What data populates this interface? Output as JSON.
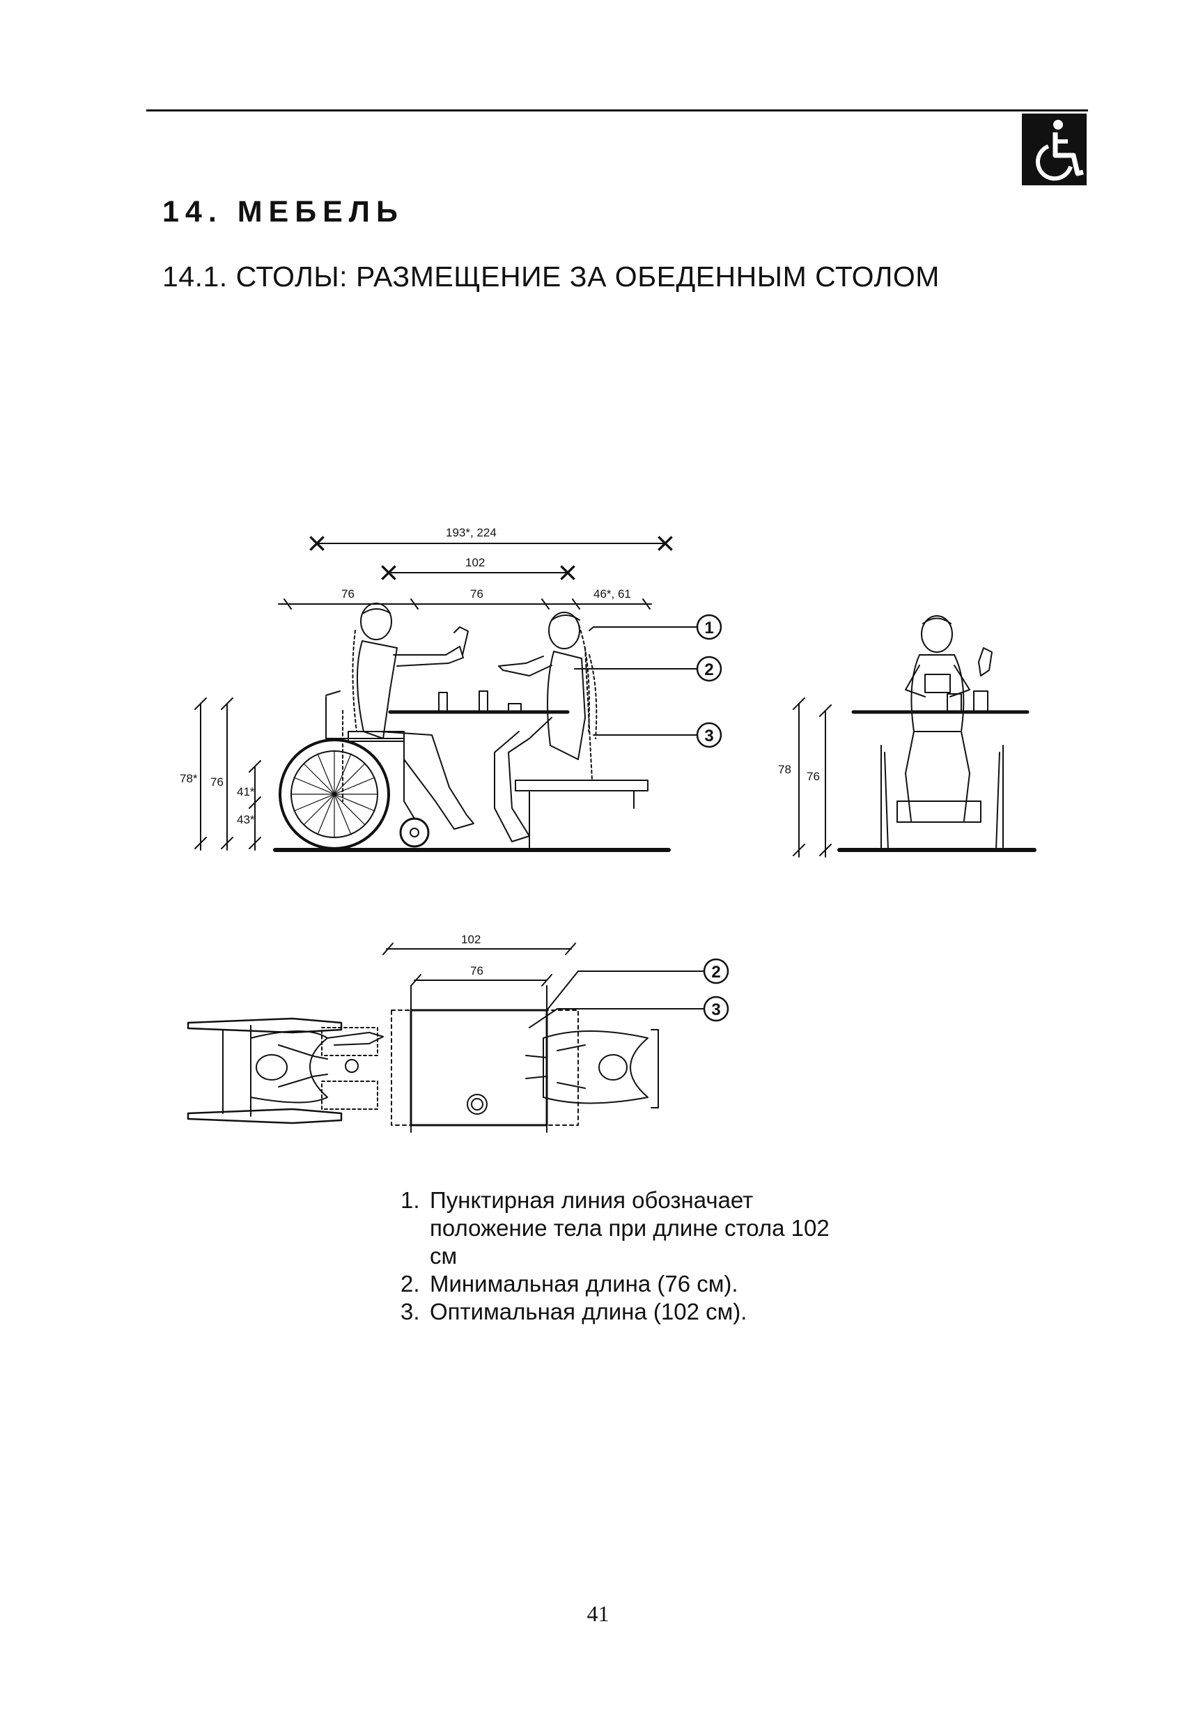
{
  "header": {
    "chapter_title": "14. МЕБЕЛЬ",
    "section_title": "14.1. СТОЛЫ: РАЗМЕЩЕНИЕ ЗА ОБЕДЕННЫМ СТОЛОМ",
    "icon": "wheelchair-accessibility-icon"
  },
  "figure": {
    "side_view": {
      "dimensions": {
        "overall": "193*, 224",
        "table_optimal": "102",
        "seg_a": "76",
        "seg_b": "76",
        "seg_c": "46*, 61",
        "height_total": "78*",
        "height_table": "76",
        "seat_a": "41*",
        "seat_b": "43*"
      },
      "callouts": [
        "1",
        "2",
        "3"
      ]
    },
    "front_view": {
      "dimensions": {
        "height_total": "78",
        "height_table": "76"
      }
    },
    "plan_view": {
      "dimensions": {
        "table_optimal": "102",
        "table_min": "76"
      },
      "callouts": [
        "2",
        "3"
      ]
    }
  },
  "notes": [
    {
      "num": "1.",
      "text": "Пунктирная линия обозначает положение тела при длине стола 102 см"
    },
    {
      "num": "2.",
      "text": "Минимальная длина (76 см)."
    },
    {
      "num": "3.",
      "text": "Оптимальная длина (102 см)."
    }
  ],
  "page_number": "41"
}
